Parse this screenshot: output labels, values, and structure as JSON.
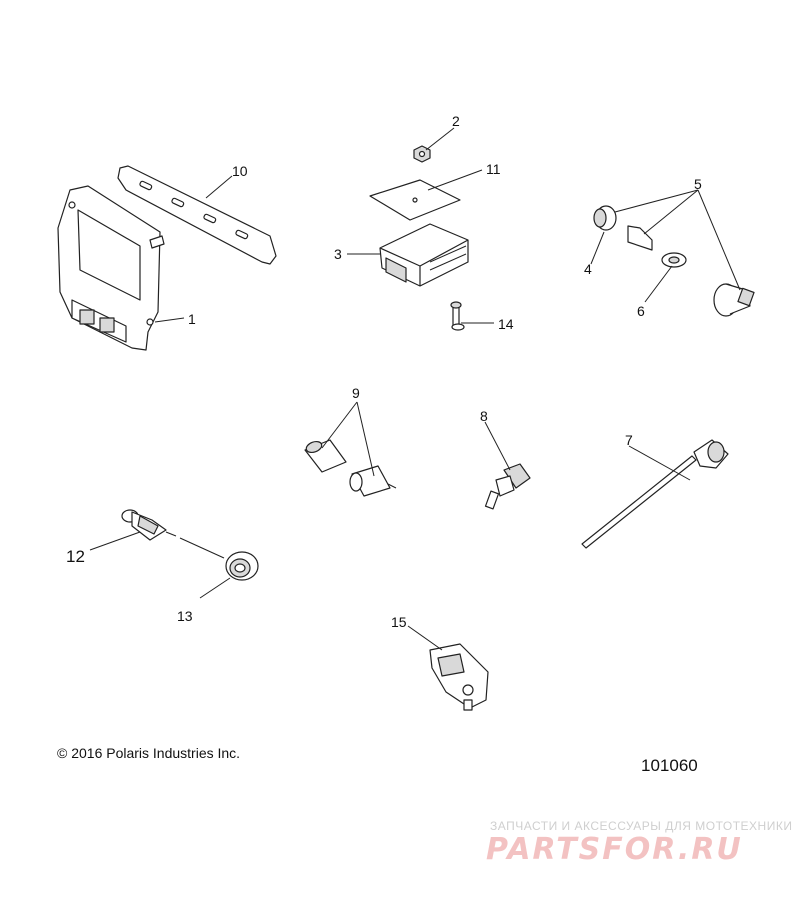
{
  "callouts": {
    "c1": "1",
    "c2": "2",
    "c3": "3",
    "c4": "4",
    "c5": "5",
    "c6": "6",
    "c7": "7",
    "c8": "8",
    "c9": "9",
    "c10": "10",
    "c11": "11",
    "c12": "12",
    "c13": "13",
    "c14": "14",
    "c15": "15"
  },
  "footer": {
    "copyright": "© 2016 Polaris Industries Inc.",
    "diagram_number": "101060"
  },
  "watermark": {
    "subtitle": "ЗАПЧАСТИ И АКСЕССУАРЫ ДЛЯ МОТОТЕХНИКИ",
    "logo": "PARTSFOR.RU"
  }
}
